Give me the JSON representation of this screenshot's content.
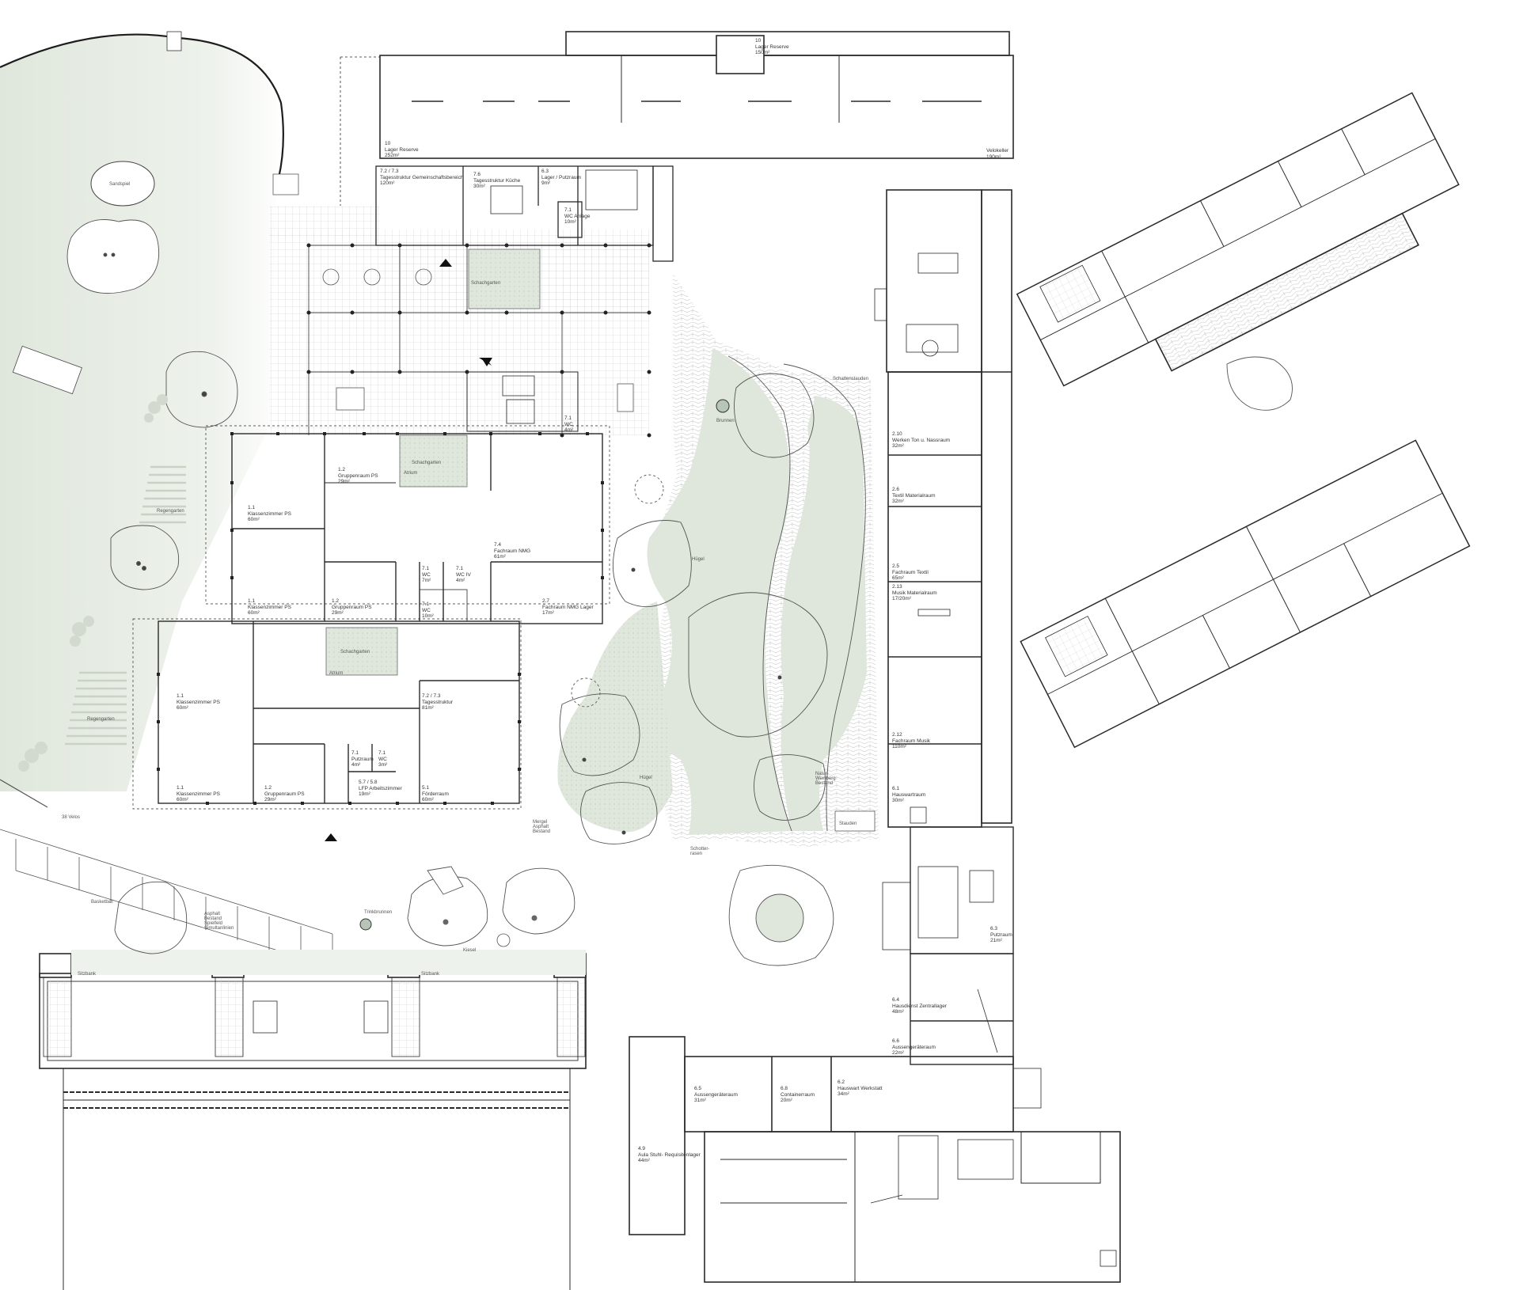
{
  "colors": {
    "wall": "#2a2a2a",
    "thin": "#6a6a6a",
    "green": "#dfe7dc",
    "greenDark": "#c9d5c4",
    "grid": "#c8c8c8",
    "paving": "#d7d7d7"
  },
  "rooms": [
    {
      "num": "10",
      "name": "Lager Reserve",
      "area": "150m²"
    },
    {
      "num": "10",
      "name": "Lager Reserve",
      "area": "252m²"
    },
    {
      "num": "",
      "name": "Velokeller",
      "area": "190m²"
    },
    {
      "num": "7.2 / 7.3",
      "name": "Tagesstruktur Gemeinschaftsbereich",
      "area": "120m²"
    },
    {
      "num": "7.6",
      "name": "Tagesstruktur Küche",
      "area": "30m²"
    },
    {
      "num": "6.3",
      "name": "Lager / Putzraum",
      "area": "9m²"
    },
    {
      "num": "7.1",
      "name": "WC Anlage",
      "area": "10m²"
    },
    {
      "num": "7.1",
      "name": "WC",
      "area": "4m²"
    },
    {
      "num": "1.2",
      "name": "Gruppenraum PS",
      "area": "29m²"
    },
    {
      "num": "1.1",
      "name": "Klassenzimmer PS",
      "area": "60m²"
    },
    {
      "num": "7.4",
      "name": "Fachraum NMG",
      "area": "61m²"
    },
    {
      "num": "7.1",
      "name": "WC",
      "area": "7m²"
    },
    {
      "num": "7.1",
      "name": "WC IV",
      "area": "4m²"
    },
    {
      "num": "7.1",
      "name": "WC",
      "area": "10m²"
    },
    {
      "num": "1.1",
      "name": "Klassenzimmer PS",
      "area": "60m²"
    },
    {
      "num": "1.2",
      "name": "Gruppenraum PS",
      "area": "29m²"
    },
    {
      "num": "2.7",
      "name": "Fachraum NMG Lager",
      "area": "17m²"
    },
    {
      "num": "1.1",
      "name": "Klassenzimmer PS",
      "area": "60m²"
    },
    {
      "num": "7.2 / 7.3",
      "name": "Tagesstruktur",
      "area": "81m²"
    },
    {
      "num": "7.1",
      "name": "Putzraum",
      "area": "4m²"
    },
    {
      "num": "7.1",
      "name": "WC",
      "area": "3m²"
    },
    {
      "num": "1.1",
      "name": "Klassenzimmer PS",
      "area": "60m²"
    },
    {
      "num": "1.2",
      "name": "Gruppenraum PS",
      "area": "29m²"
    },
    {
      "num": "5.7 / 5.8",
      "name": "LFP Arbeitszimmer",
      "area": "19m²"
    },
    {
      "num": "5.1",
      "name": "Förderraum",
      "area": "60m²"
    },
    {
      "num": "2.10",
      "name": "Werken Ton u. Nassraum",
      "area": "32m²"
    },
    {
      "num": "2.6",
      "name": "Textil Materialraum",
      "area": "32m²"
    },
    {
      "num": "2.5",
      "name": "Fachraum Textil",
      "area": "65m²"
    },
    {
      "num": "2.13",
      "name": "Musik Materialraum",
      "area": "17/20m²"
    },
    {
      "num": "2.12",
      "name": "Fachraum Musik",
      "area": "110m²"
    },
    {
      "num": "6.1",
      "name": "Hauswartraum",
      "area": "30m²"
    },
    {
      "num": "6.3",
      "name": "Putzraum",
      "area": "21m²"
    },
    {
      "num": "6.4",
      "name": "Hausdienst Zentrallager",
      "area": "48m²"
    },
    {
      "num": "6.6",
      "name": "Aussengeräteraum",
      "area": "22m²"
    },
    {
      "num": "6.5",
      "name": "Aussengeräteraum",
      "area": "31m²"
    },
    {
      "num": "6.8",
      "name": "Containerraum",
      "area": "20m²"
    },
    {
      "num": "6.2",
      "name": "Hauswart Werkstatt",
      "area": "34m²"
    },
    {
      "num": "4.9",
      "name": "Aula Stuhl- Requisitenlager",
      "area": "44m²"
    }
  ],
  "tags": {
    "sandspiel": "Sandspiel",
    "schachgarten1": "Schachgarten",
    "schachgarten2": "Schachgarten",
    "schachgarten3": "Schachgarten",
    "atrium1": "Atrium",
    "atrium2": "Atrium",
    "regengarten1": "Regengarten",
    "regengarten2": "Regengarten",
    "velos": "38 Velos",
    "brunnen": "Brunnen",
    "huegel1": "Hügel",
    "huegel2": "Hügel",
    "schattenstauden": "Schattenstauden",
    "stauden": "Stauden",
    "natur": "Natur-\nWeinberg\nBestand",
    "mergel": "Mergel\nAsphalt\nBestand",
    "schotter": "Schotter-\nrasen",
    "basketball": "Basketball",
    "asphalt": "Asphalt\nBestand\nSpielfeld\nSimultanlinien",
    "trinkbrunnen": "Trinkbrunnen",
    "kiesel": "Kiesel",
    "sitzbank1": "Sitzbank",
    "sitzbank2": "Sitzbank"
  }
}
